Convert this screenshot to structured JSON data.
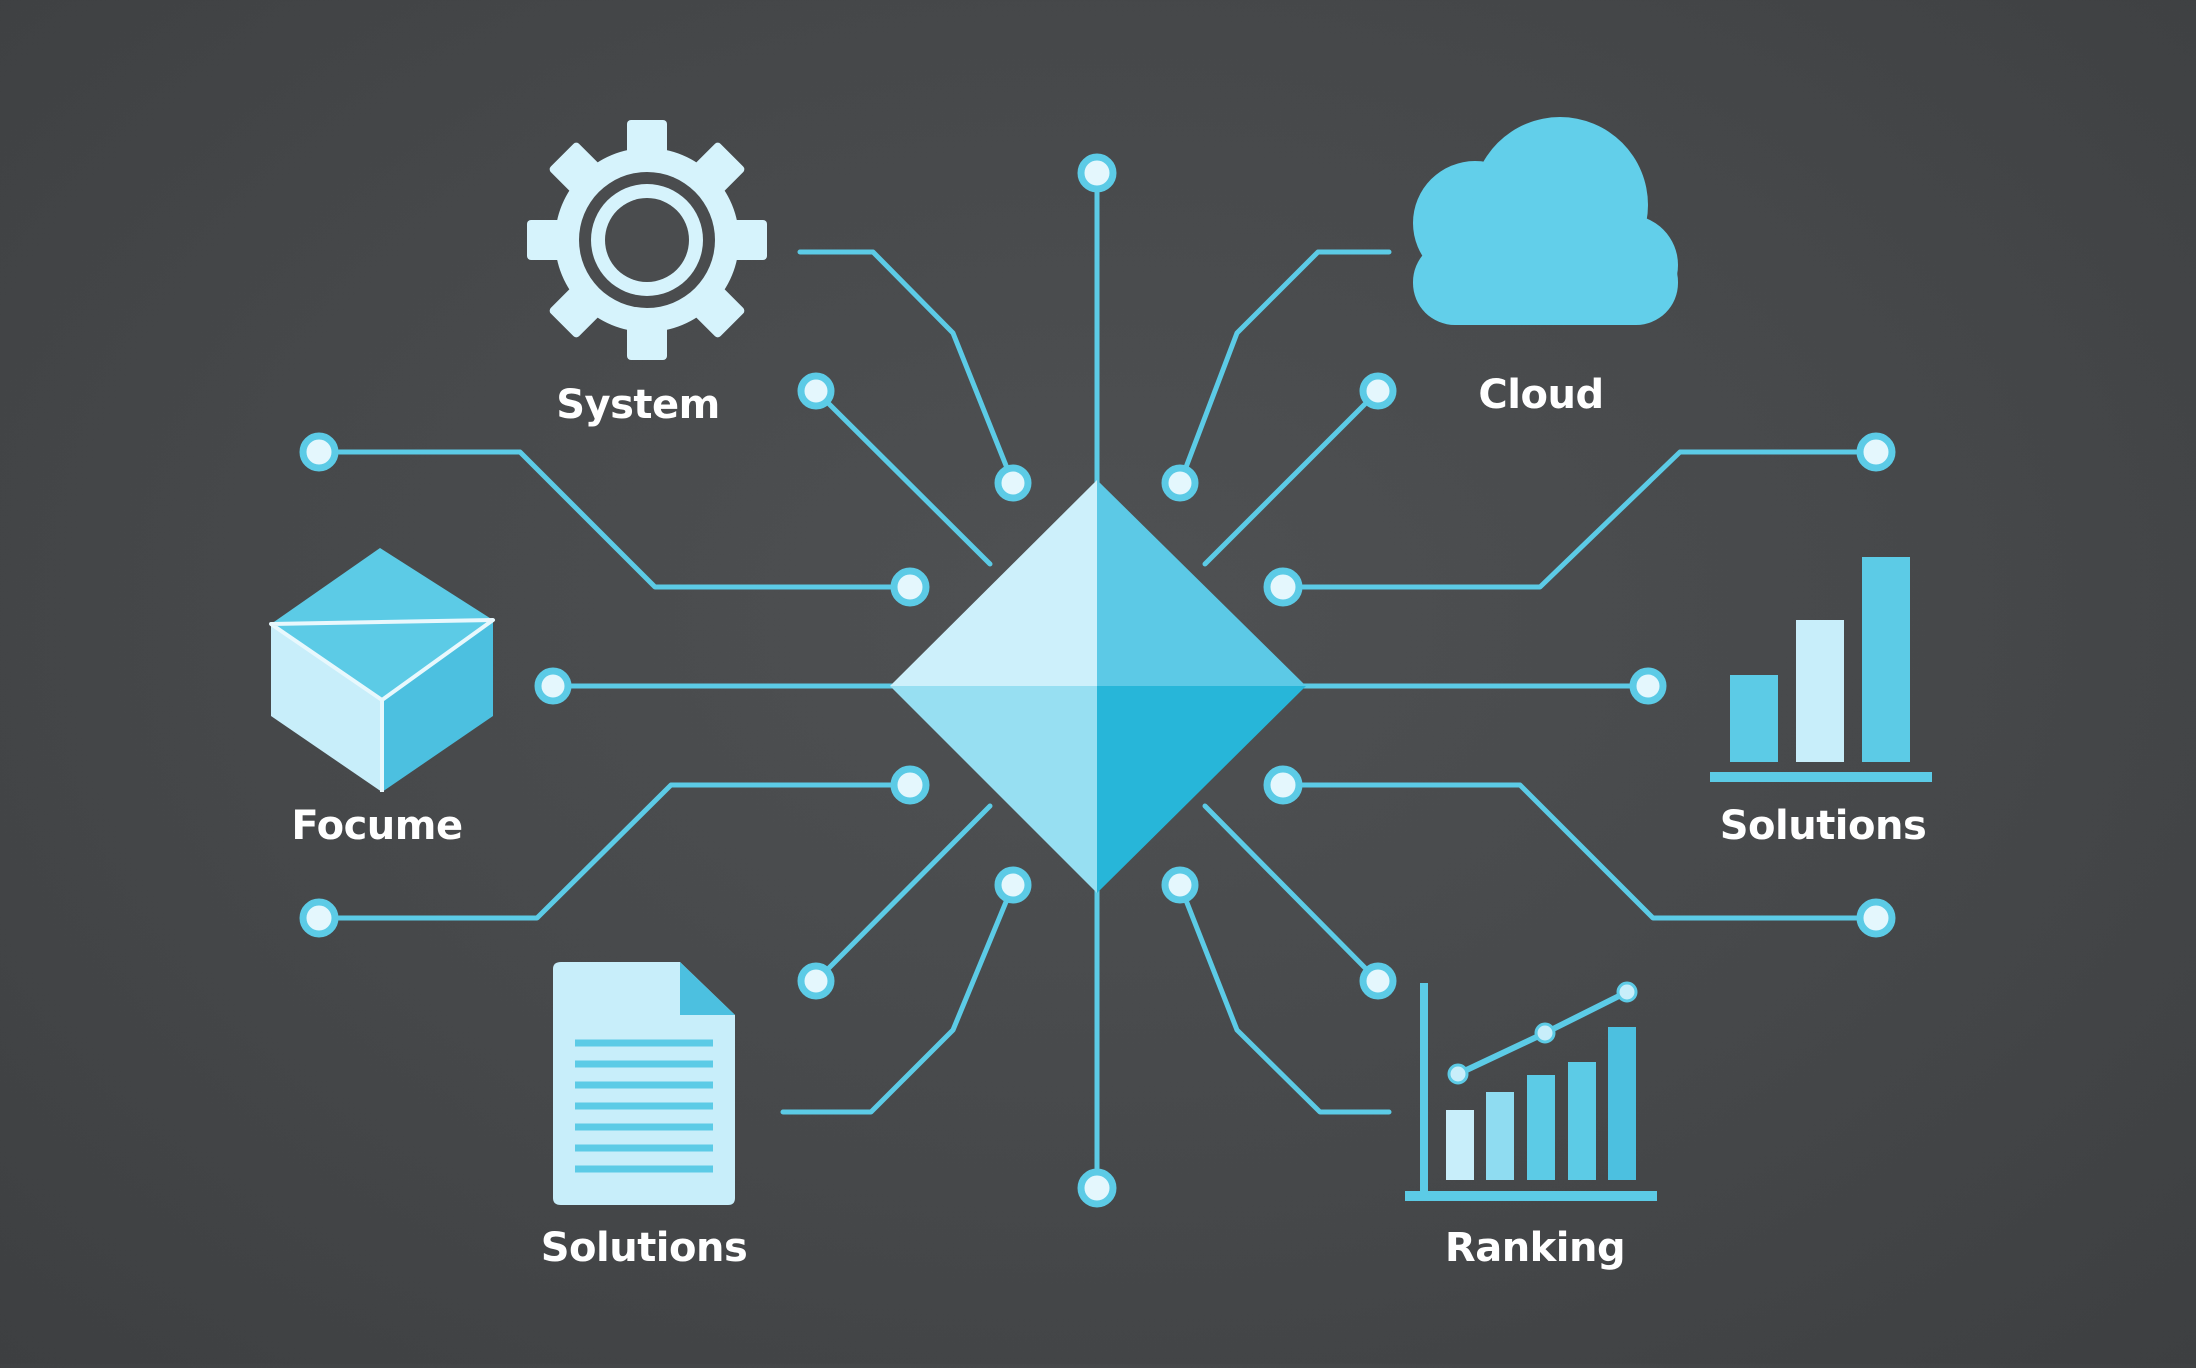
{
  "labels": {
    "system": "System",
    "cloud": "Cloud",
    "focume": "Focume",
    "solutions_right": "Solutions",
    "solutions_left": "Solutions",
    "ranking": "Ranking"
  },
  "icons": {
    "top_left": "gear-icon",
    "top_right": "cloud-icon",
    "mid_left": "box-icon",
    "mid_right": "bar-chart-icon",
    "bottom_left": "document-icon",
    "bottom_right": "trend-chart-icon"
  },
  "colors": {
    "line": "#5ccbe6",
    "accent_light": "#cdf0fb",
    "accent_mid": "#8fdcf1",
    "accent_dark": "#27b6d9",
    "text": "#ffffff"
  }
}
